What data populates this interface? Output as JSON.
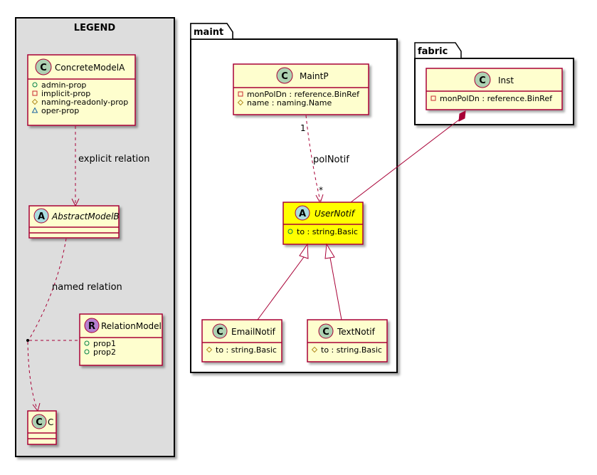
{
  "legend": {
    "title": "LEGEND",
    "classes": {
      "concrete_model_a": {
        "name": "ConcreteModelA",
        "stereo_letter": "C",
        "attrs": [
          {
            "vis": "public",
            "text": "admin-prop"
          },
          {
            "vis": "private",
            "text": "implicit-prop"
          },
          {
            "vis": "protected",
            "text": "naming-readonly-prop"
          },
          {
            "vis": "package",
            "text": "oper-prop"
          }
        ]
      },
      "abstract_model_b": {
        "name": "AbstractModelB",
        "stereo_letter": "A"
      },
      "relation_model": {
        "name": "RelationModel",
        "stereo_letter": "R",
        "attrs": [
          {
            "vis": "public",
            "text": "prop1"
          },
          {
            "vis": "public",
            "text": "prop2"
          }
        ]
      },
      "c": {
        "name": "C",
        "stereo_letter": "C"
      }
    },
    "edges": {
      "explicit": "explicit relation",
      "named": "named relation"
    }
  },
  "maint": {
    "title": "maint",
    "classes": {
      "maintp": {
        "name": "MaintP",
        "stereo_letter": "C",
        "attrs": [
          {
            "vis": "private",
            "text": "monPolDn : reference.BinRef"
          },
          {
            "vis": "protected",
            "text": "name : naming.Name"
          }
        ]
      },
      "usernotif": {
        "name": "UserNotif",
        "stereo_letter": "A",
        "attrs": [
          {
            "vis": "public",
            "text": "to : string.Basic"
          }
        ]
      },
      "emailnotif": {
        "name": "EmailNotif",
        "stereo_letter": "C",
        "attrs": [
          {
            "vis": "protected",
            "text": "to : string.Basic"
          }
        ]
      },
      "textnotif": {
        "name": "TextNotif",
        "stereo_letter": "C",
        "attrs": [
          {
            "vis": "protected",
            "text": "to : string.Basic"
          }
        ]
      }
    },
    "edges": {
      "polnotif": {
        "label": "polNotif",
        "source_mult": "1",
        "target_mult": "*"
      }
    }
  },
  "fabric": {
    "title": "fabric",
    "classes": {
      "inst": {
        "name": "Inst",
        "stereo_letter": "C",
        "attrs": [
          {
            "vis": "private",
            "text": "monPolDn : reference.BinRef"
          }
        ]
      }
    }
  },
  "colors": {
    "class_fill": "#FEFECE",
    "highlight_fill": "#FFFF00",
    "border": "#A80036",
    "legend_fill": "#DDDDDD",
    "class_circle": "#ADD1B2",
    "abstract_circle": "#A9DCDF",
    "relation_circle": "#B580D0",
    "public_icon": "#038048",
    "private_icon": "#C82930",
    "protected_icon": "#B38D22",
    "package_icon": "#1963A0"
  }
}
